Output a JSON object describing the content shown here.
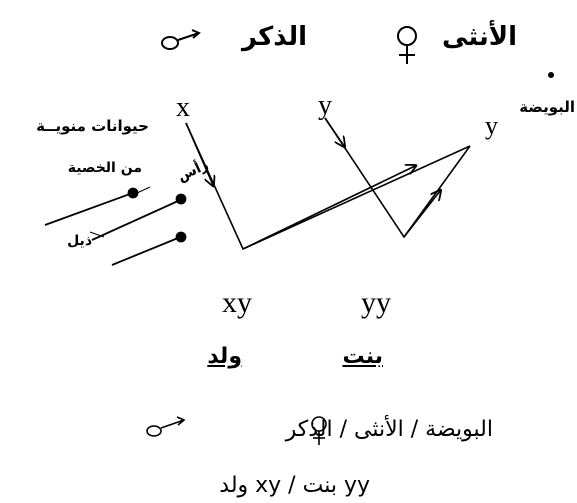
{
  "header": {
    "male_label": "الذكر",
    "female_label": "الأنثى"
  },
  "labels": {
    "egg": "البويضة",
    "sperm": "حيوانات منويــة",
    "testis": "من الخصية",
    "head": "رأس",
    "tail": "ذيل",
    "chrom_x": "x",
    "chrom_y_sperm": "y",
    "chrom_y_egg": "y"
  },
  "results": {
    "boy_genotype": "xy",
    "girl_genotype": "yy",
    "boy_label": "ولد",
    "girl_label": "بنت"
  },
  "captions": {
    "line1": "البويضة / الأنثى / الذكر",
    "line2": "yy بنت / xy ولد"
  },
  "colors": {
    "ink": "#000000",
    "background": "#ffffff"
  }
}
